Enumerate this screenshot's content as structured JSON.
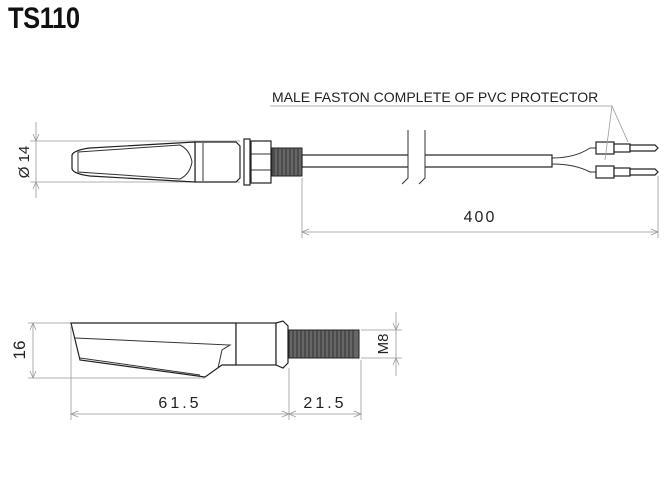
{
  "title": "TS110",
  "labels": {
    "connector_note": "MALE FASTON COMPLETE OF PVC PROTECTOR",
    "diameter": "Ø 14",
    "cable_length": "400",
    "height": "16",
    "body_length": "61.5",
    "thread_length": "21.5",
    "thread_size": "M8"
  }
}
